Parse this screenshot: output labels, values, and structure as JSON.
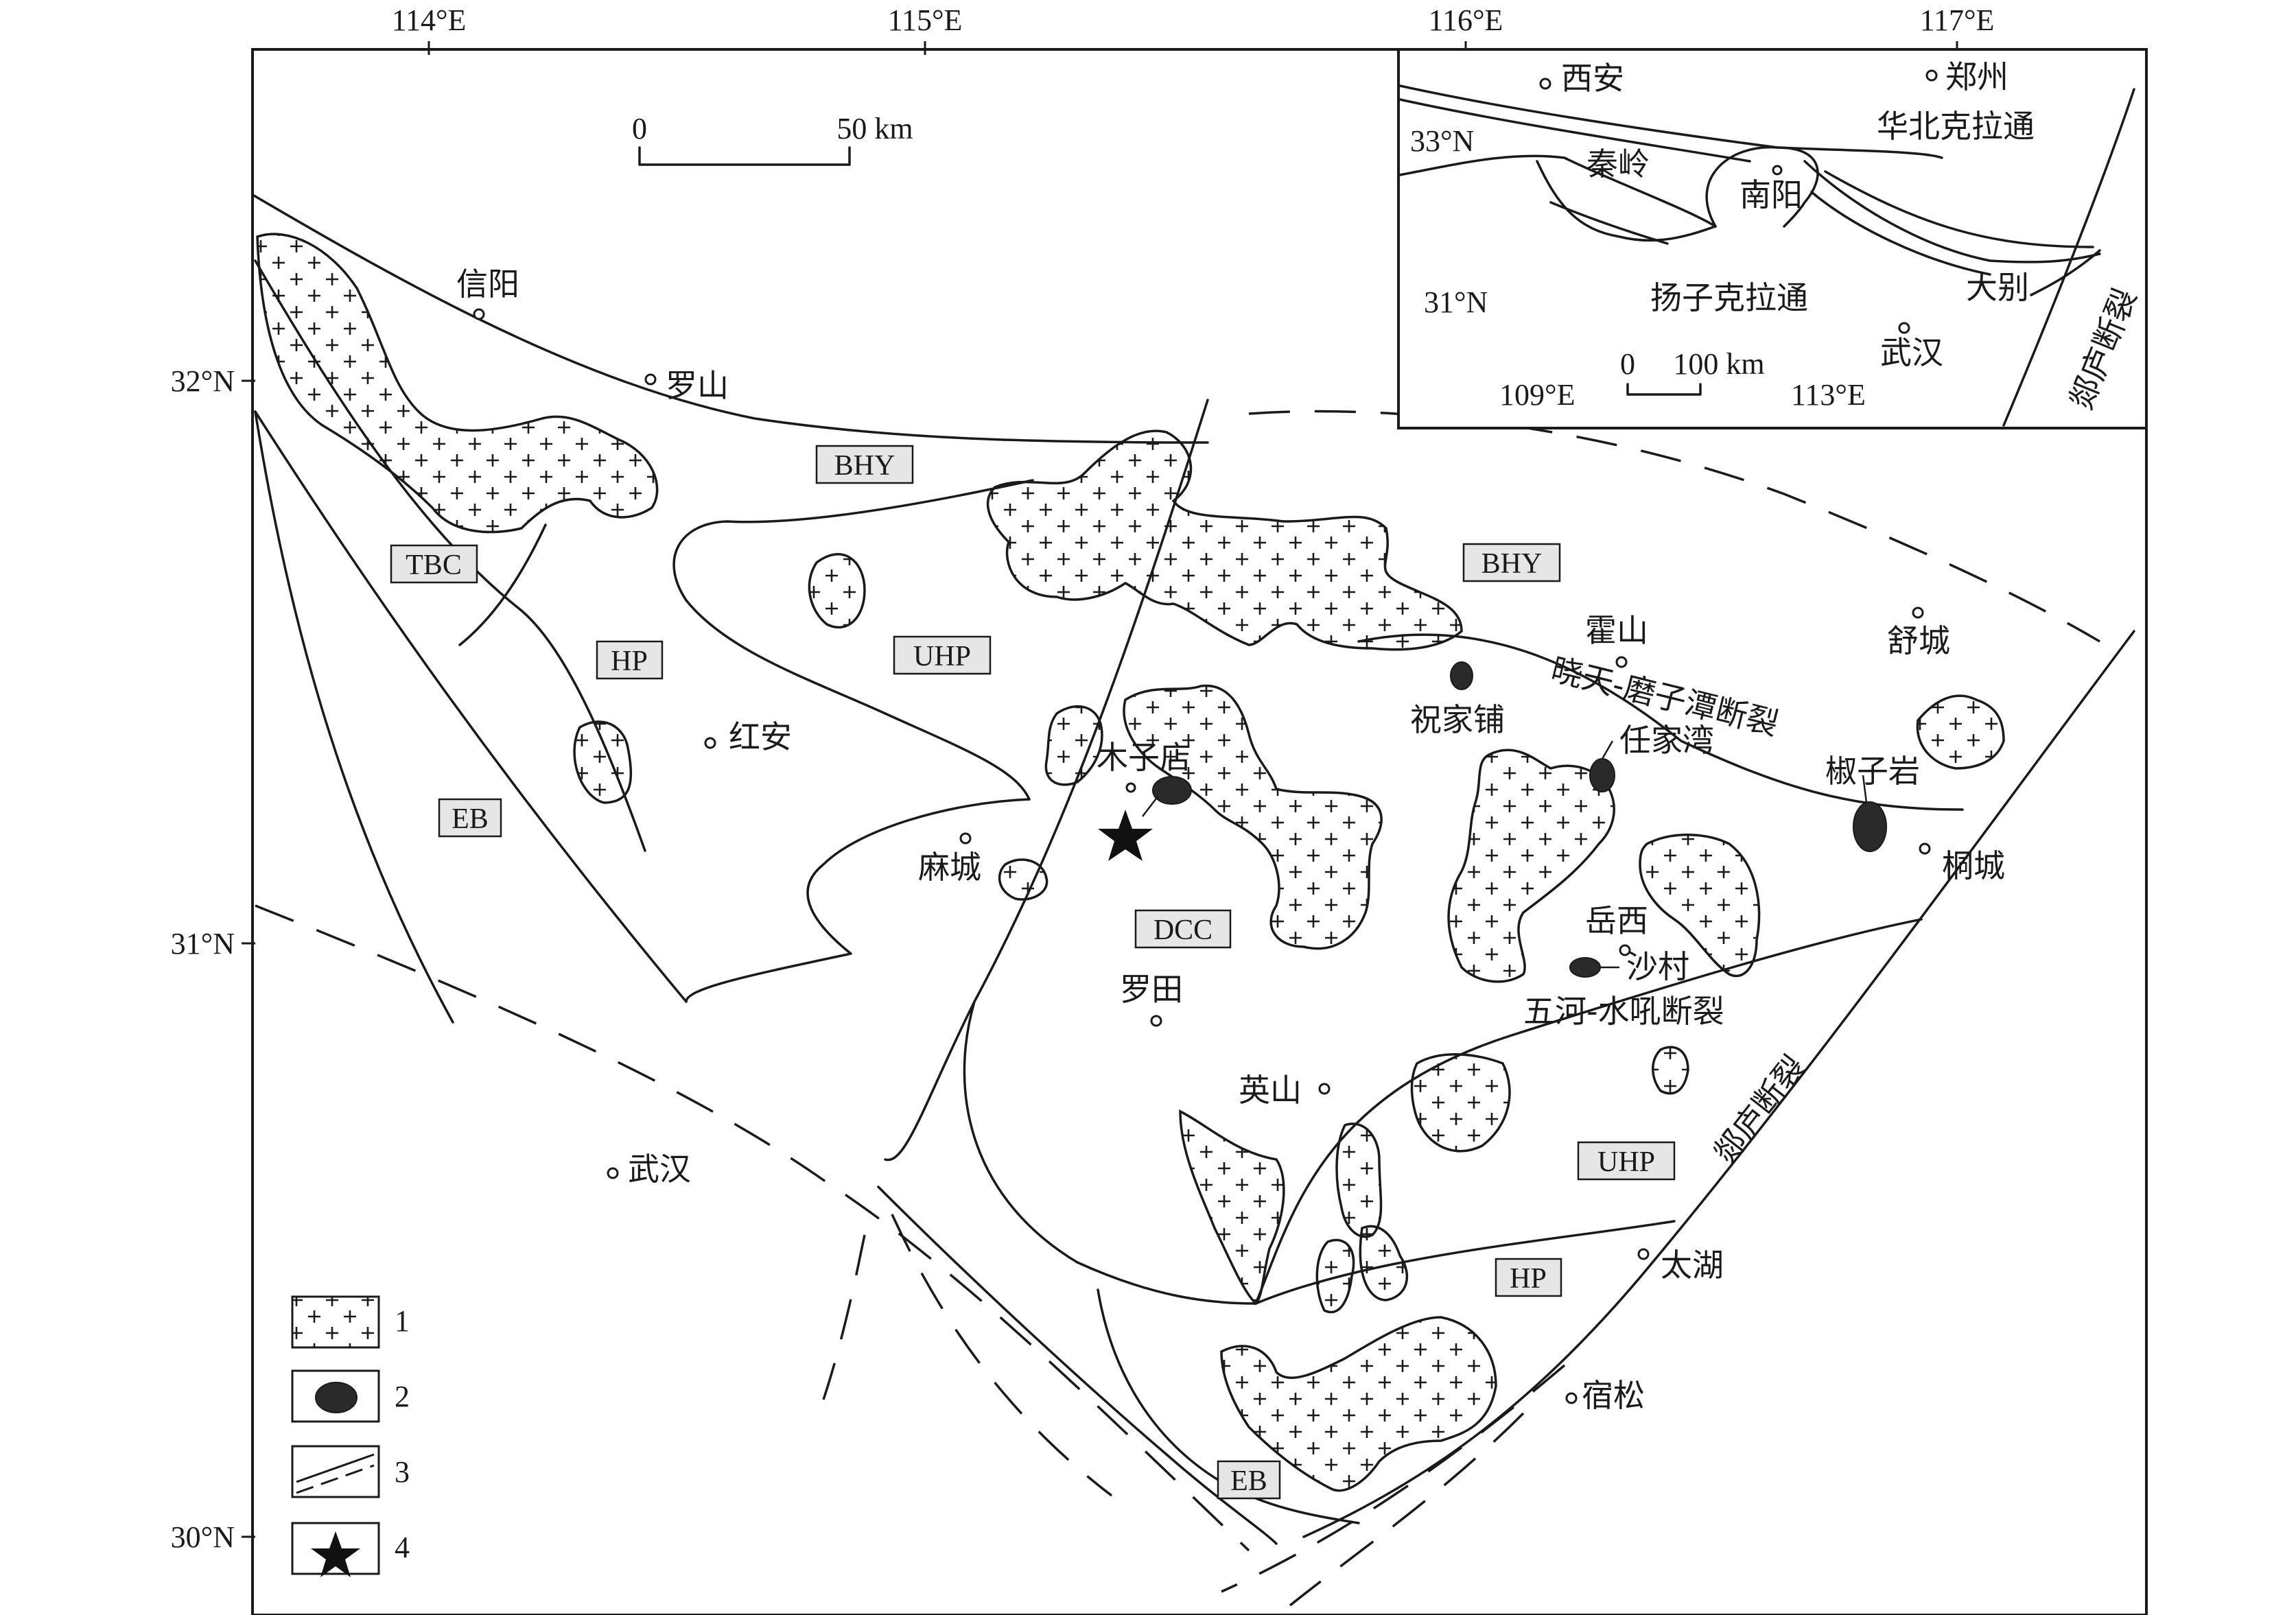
{
  "frame": {
    "lon_labels": [
      "114°E",
      "115°E",
      "116°E",
      "117°E"
    ],
    "lat_labels": [
      "32°N",
      "31°N",
      "30°N"
    ]
  },
  "scale_bar": {
    "zero": "0",
    "end": "50 km"
  },
  "units": [
    {
      "id": "bhy1",
      "label": "BHY"
    },
    {
      "id": "bhy2",
      "label": "BHY"
    },
    {
      "id": "tbc",
      "label": "TBC"
    },
    {
      "id": "hp1",
      "label": "HP"
    },
    {
      "id": "uhp1",
      "label": "UHP"
    },
    {
      "id": "eb1",
      "label": "EB"
    },
    {
      "id": "dcc",
      "label": "DCC"
    },
    {
      "id": "uhp2",
      "label": "UHP"
    },
    {
      "id": "hp2",
      "label": "HP"
    },
    {
      "id": "eb2",
      "label": "EB"
    }
  ],
  "places": {
    "xinyang": "信阳",
    "luoshan": "罗山",
    "hongan": "红安",
    "macheng": "麻城",
    "muzidian": "木子店",
    "luotian": "罗田",
    "yingshan": "英山",
    "wuhan": "武汉",
    "huoshan": "霍山",
    "shucheng": "舒城",
    "zhujiapu": "祝家铺",
    "renjiawan": "任家湾",
    "jiaoziyan": "椒子岩",
    "tongcheng": "桐城",
    "yuexi": "岳西",
    "shacun": "沙村",
    "taihu": "太湖",
    "susong": "宿松"
  },
  "faults": {
    "xiaotian_mozitan": "晓天-磨子潭断裂",
    "wuhe_shuihou": "五河-水吼断裂",
    "tanlu_main": "郯庐断裂"
  },
  "legend": [
    "1",
    "2",
    "3",
    "4"
  ],
  "inset": {
    "places": {
      "xian": "西安",
      "zhengzhou": "郑州",
      "nanyang": "南阳",
      "wuhan": "武汉"
    },
    "regions": {
      "ncc": "华北克拉通",
      "qinling": "秦岭",
      "ycc": "扬子克拉通",
      "dabie": "大别"
    },
    "fault": "郯庐断裂",
    "lat_labels": [
      "33°N",
      "31°N"
    ],
    "lon_labels": [
      "109°E",
      "113°E"
    ],
    "scale": {
      "zero": "0",
      "end": "100 km"
    }
  }
}
